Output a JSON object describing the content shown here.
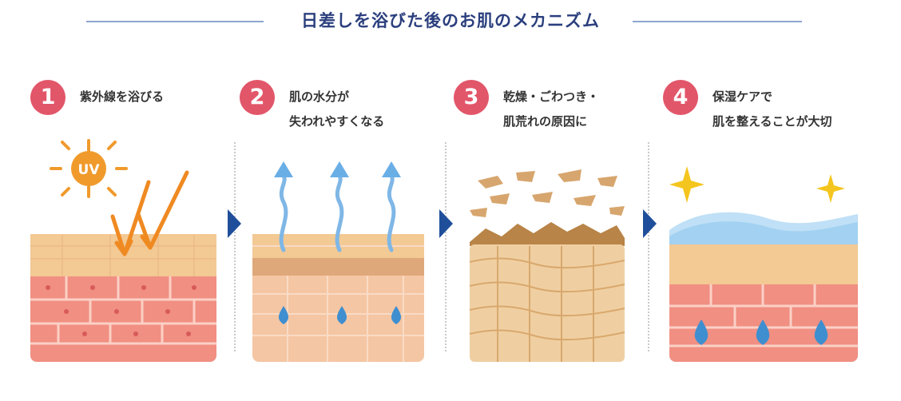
{
  "title": "日差しを浴びた後のお肌のメカニズム",
  "steps": [
    {
      "number": "1",
      "caption_lines": [
        "紫外線を浴びる"
      ],
      "uv_label": "UV"
    },
    {
      "number": "2",
      "caption_lines": [
        "肌の水分が",
        "失われやすくなる"
      ]
    },
    {
      "number": "3",
      "caption_lines": [
        "乾燥・ごわつき・",
        "肌荒れの原因に"
      ]
    },
    {
      "number": "4",
      "caption_lines": [
        "保湿ケアで",
        "肌を整えることが大切"
      ]
    }
  ],
  "colors": {
    "title": "#2b3f7e",
    "badge": "#e2566a",
    "arrow": "#1f4f9a",
    "uv": "#f09a2c",
    "skin_top": "#f3c994",
    "skin_cells": "#f08f82",
    "water": "#3f8fd0",
    "sparkle": "#f4c51e"
  }
}
